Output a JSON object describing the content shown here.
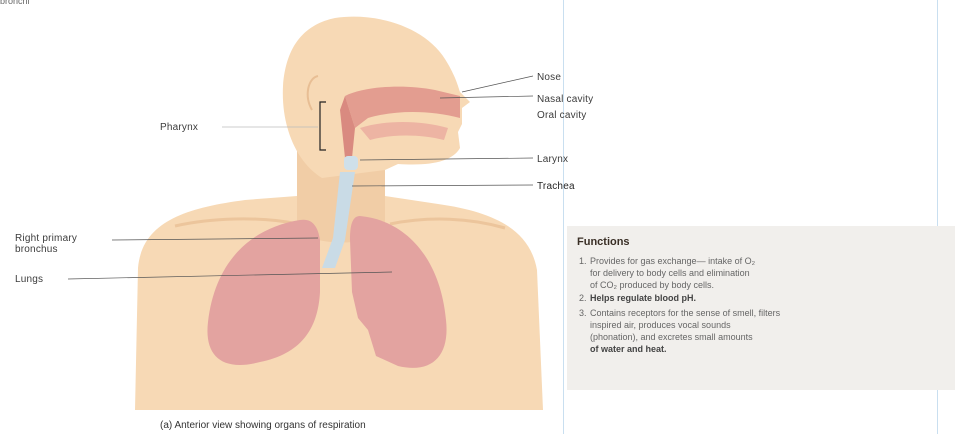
{
  "corner_label": "bronchi",
  "labels": {
    "nose": "Nose",
    "nasal_cavity": "Nasal cavity",
    "oral_cavity": "Oral cavity",
    "pharynx": "Pharynx",
    "larynx": "Larynx",
    "trachea": "Trachea",
    "right_primary_bronchus_1": "Right primary",
    "right_primary_bronchus_2": "bronchus",
    "lungs": "Lungs"
  },
  "caption": "(a) Anterior view showing organs of respiration",
  "functions": {
    "title": "Functions",
    "items": [
      {
        "num": "1.",
        "lines": [
          "Provides for gas exchange— intake of O₂",
          "for delivery to body cells and elimination",
          "of CO₂ produced by body cells."
        ]
      },
      {
        "num": "2.",
        "lines": [
          "Helps regulate blood pH."
        ]
      },
      {
        "num": "3.",
        "lines": [
          "Contains receptors for the sense of smell, filters",
          "inspired air, produces vocal sounds",
          "(phonation), and excretes small amounts",
          "of water and heat."
        ]
      }
    ]
  },
  "colors": {
    "skin": "#f7d9b5",
    "skin_shade": "#ebc198",
    "lung": "#e3a3a0",
    "airway": "#d98a80",
    "trachea": "#c9dbe6",
    "functions_bg": "#f1efec"
  }
}
